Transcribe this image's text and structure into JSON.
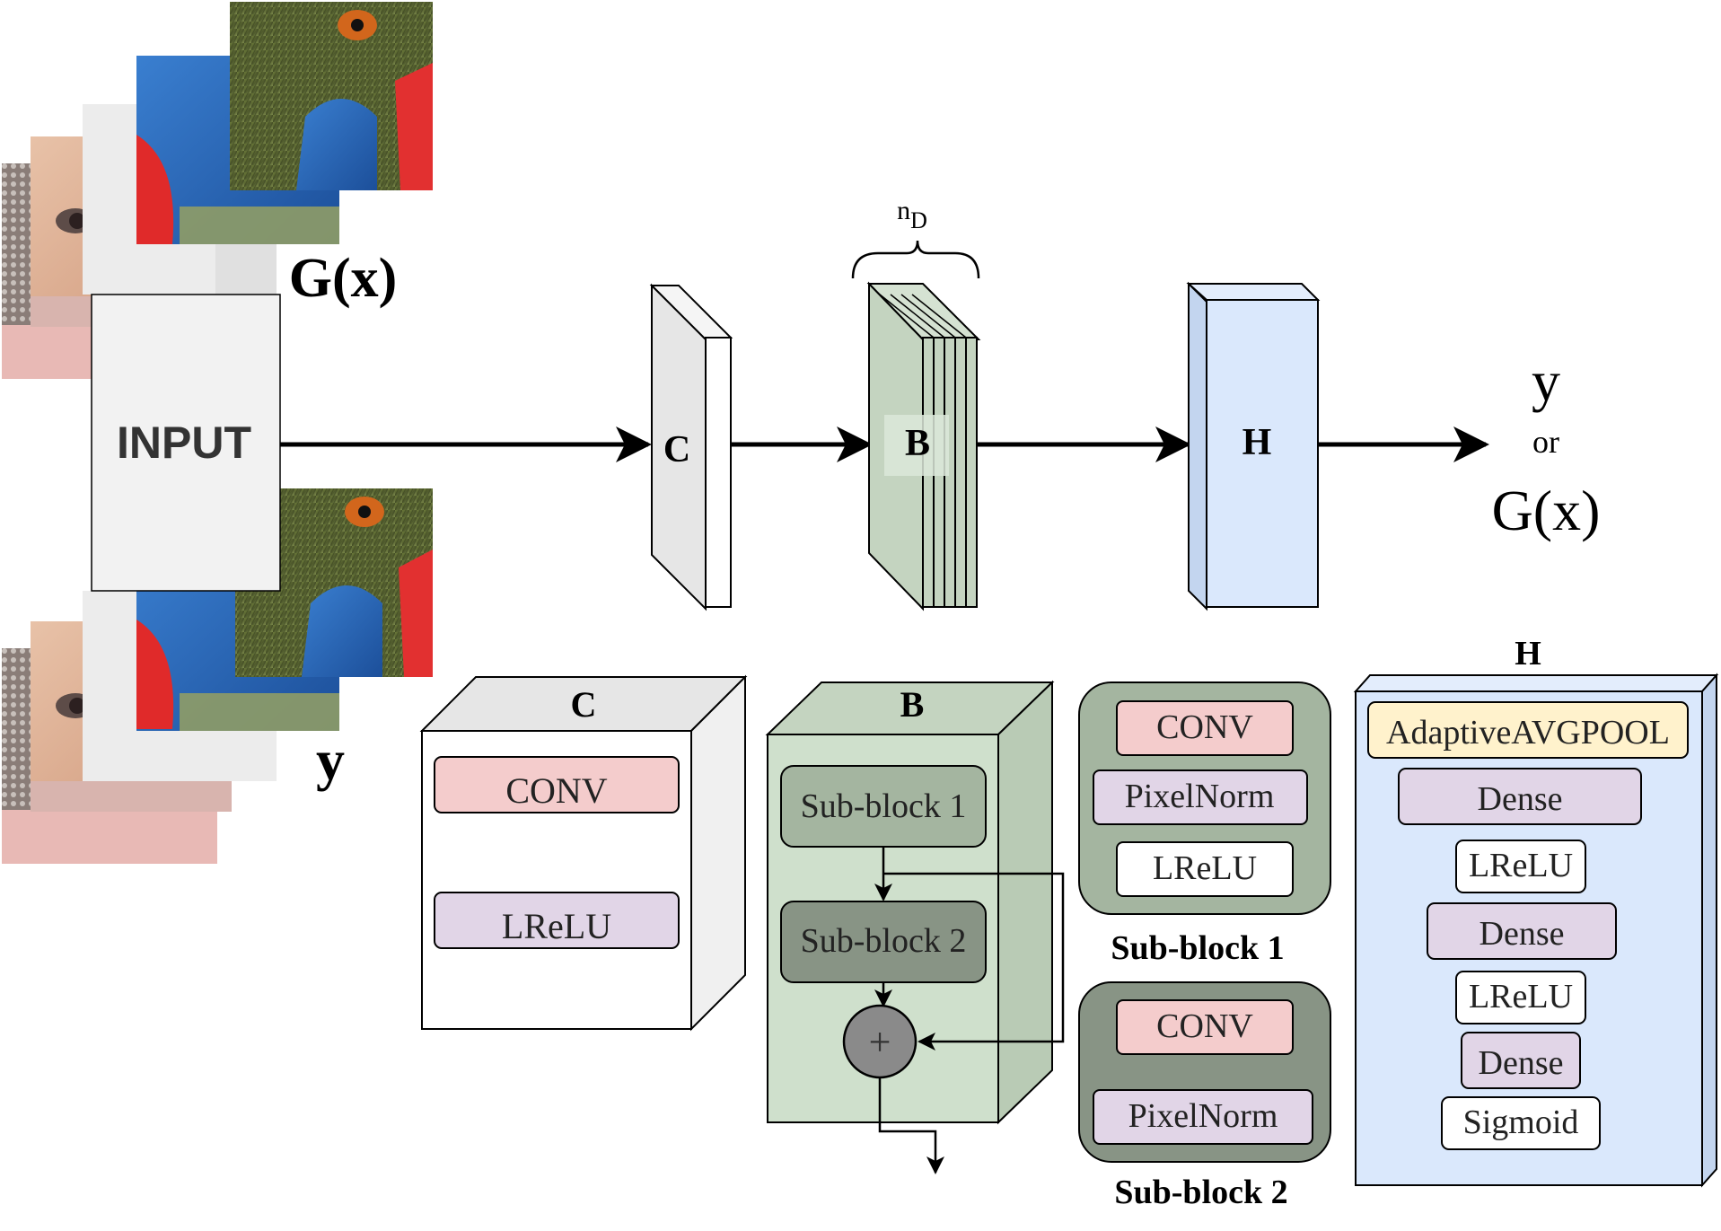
{
  "input": {
    "label": "INPUT",
    "top_stack_label": "G(x)",
    "bottom_stack_label": "y"
  },
  "pipeline": {
    "block_c": "C",
    "block_b": "B",
    "block_b_repeat": "n",
    "block_b_repeat_sub": "D",
    "block_h": "H",
    "output": [
      "y",
      "or",
      "G(x)"
    ]
  },
  "detail_c": {
    "title": "C",
    "layers": [
      "CONV",
      "LReLU"
    ]
  },
  "detail_b": {
    "title": "B",
    "sub1": "Sub-block 1",
    "sub2": "Sub-block 2",
    "sum_symbol": "+"
  },
  "subblock1": {
    "caption": "Sub-block 1",
    "layers": [
      "CONV",
      "PixelNorm",
      "LReLU"
    ]
  },
  "subblock2": {
    "caption": "Sub-block 2",
    "layers": [
      "CONV",
      "PixelNorm"
    ]
  },
  "detail_h": {
    "title": "H",
    "layers": [
      "AdaptiveAVGPOOL",
      "Dense",
      "LReLU",
      "Dense",
      "LReLU",
      "Dense",
      "Sigmoid"
    ]
  },
  "colors": {
    "conv": "#f4cccc",
    "norm": "#e1d5e7",
    "plain": "#ffffff",
    "pool": "#fff2cc",
    "c_block": "#e6e6e6",
    "b_block": "#c4d4c0",
    "b_detail": "#cfe0cc",
    "sub1_box": "#a4b5a0",
    "sub2_box": "#889485",
    "h_block": "#dae8fc",
    "sum_node": "#8a8a8a"
  }
}
